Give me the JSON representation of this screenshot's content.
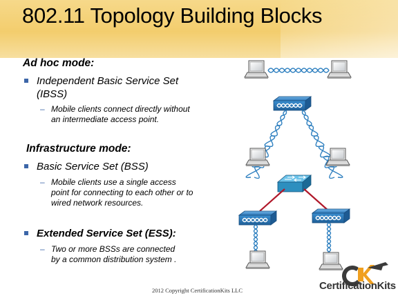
{
  "title": "802.11 Topology Building Blocks",
  "adhoc": {
    "heading": "Ad hoc mode:",
    "bullet": "Independent Basic Service Set (IBSS)",
    "sub": "Mobile clients connect directly without an intermediate access point."
  },
  "infra": {
    "heading": "Infrastructure mode:",
    "bullet": "Basic Service Set (BSS)",
    "sub": "Mobile clients use a single access point for connecting to each other or to wired network resources."
  },
  "ess": {
    "bullet": "Extended Service Set (ESS):",
    "sub": "Two or more BSSs are connected by a common distribution system ."
  },
  "footer": {
    "copyright": "2012 Copyright CertificationKits  LLC"
  },
  "logo": {
    "text": "CertificationKits",
    "mark": "CK"
  },
  "colors": {
    "title_band": "#f3cd6d",
    "bullet": "#3c66a8",
    "access_point": "#2e78b8",
    "switch": "#2d8fbf",
    "wired_link": "#b0182a",
    "wireless": "#2f80c0"
  }
}
